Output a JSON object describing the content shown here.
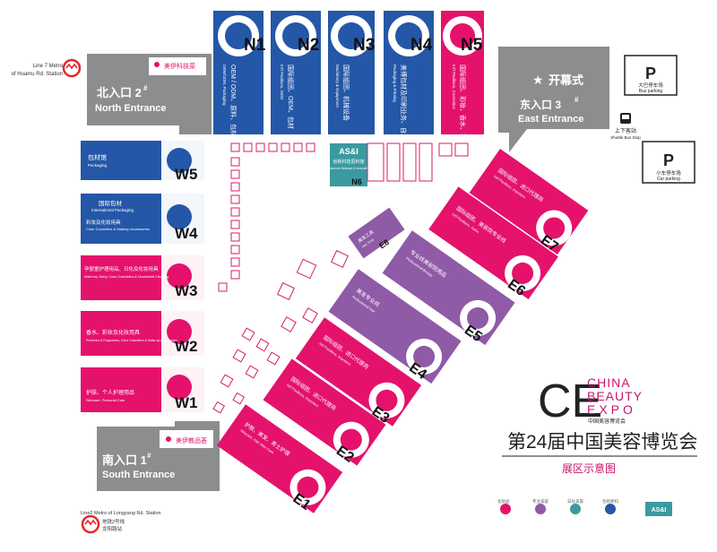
{
  "colors": {
    "blue": "#2457a7",
    "pink": "#e4126b",
    "purple": "#8f5aa6",
    "gray": "#8b8d8f",
    "teal": "#3a9aa0",
    "booth_outline": "#d41e6a"
  },
  "metro": {
    "top_line1": "Line 7 Metro",
    "top_line2": "of Huamu Rd. Station",
    "bottom_line1": "Line2 Metro of Longyang Rd. Station",
    "bottom_line2": "地铁2号线",
    "bottom_line3": "龙阳路站"
  },
  "entrances": {
    "north": {
      "cn": "北入口 2",
      "sup": "#",
      "en": "North Entrance",
      "tag": "美伊科技菜"
    },
    "east": {
      "cn": "东入口 3",
      "sup": "#",
      "en": "East Entrance",
      "ceremony": "开幕式"
    },
    "south": {
      "cn": "南入口 1",
      "sup": "#",
      "en": "South Entrance",
      "tag": "美伊教品荟"
    }
  },
  "parking": {
    "bus_cn": "大巴停车场",
    "bus_en": "Bus parking",
    "shuttle_cn": "上下客站",
    "shuttle_en": "Shuttle Bus Stop",
    "car_cn": "小车停车场",
    "car_en": "Car parking",
    "symbol": "P"
  },
  "halls": {
    "N1": {
      "label": "N1",
      "cn": "OEM / ODM、原料、包材",
      "en": "OEM/ODM, Packaging"
    },
    "N2": {
      "label": "N2",
      "cn": "国际组团、OEM、包材",
      "en": "Int'l Pavilions, OEM"
    },
    "N3": {
      "label": "N3",
      "cn": "国际组团、机械设备",
      "en": "Machinery & Equipment"
    },
    "N4": {
      "label": "N4",
      "cn": "美博包材及印刷业务、自动化机械设备",
      "en": "Packaging & Printing"
    },
    "N5": {
      "label": "N5",
      "cn": "国际组团、彩妆、香水、护肤",
      "en": "Int'l Pavilions, Cosmetics"
    },
    "N6": {
      "label": "N6",
      "brand": "AS&I",
      "cn": "创新科技原料馆",
      "en": "Advanced Science & Innovation"
    },
    "W1": {
      "label": "W1",
      "cn": "护肤、个人护理用品",
      "en": "Skincare, Personal Care"
    },
    "W2": {
      "label": "W2",
      "cn": "香水、彩妆及化妆用具",
      "en": "Perfumes & Fragrances, Color Cosmetics & Make-up Accessories"
    },
    "W3": {
      "label": "W3",
      "cn": "孕婴童护理用品、日化及化妆用具",
      "en": "Maternal, Baby, Color Cosmetics & Household Cleaning"
    },
    "W4": {
      "label": "W4",
      "cn": "国际包材",
      "en": "International Packaging",
      "cn2": "彩妆及化妆用具",
      "en2": "Color Cosmetics & Makeup Accessories"
    },
    "W5": {
      "label": "W5",
      "cn": "包材馆",
      "en": "Packaging"
    },
    "E1": {
      "label": "E1",
      "cn": "护肤、美发、男士护理",
      "en": "Skincare, Hair, Men Care"
    },
    "E2": {
      "label": "E2",
      "cn": "国际组团、进口代理商",
      "en": "Int'l Pavilions, Importers"
    },
    "E3": {
      "label": "E3",
      "cn": "国际组团、进口代理商",
      "en": "Int'l Pavilions, Importers"
    },
    "E4": {
      "label": "E4",
      "cn": "美发专业线",
      "en": "Professional Hair"
    },
    "E5": {
      "label": "E5",
      "cn": "专业线美容院用品",
      "en": "Professional Beauty"
    },
    "E6": {
      "label": "E6",
      "cn": "国际组团、美容院专业线",
      "en": "Int'l Pavilions, Salon"
    },
    "E7": {
      "label": "E7",
      "cn": "国际组团、进口代理商",
      "en": "Int'l Pavilions, Importers"
    },
    "E8": {
      "label": "E8",
      "cn": "美发工具",
      "en": "Hair Tools"
    }
  },
  "brand": {
    "line1": "CHINA",
    "line2": "BEAUTY",
    "line3": "EXPO",
    "cn_small": "中国美容博览会",
    "title": "第24届中国美容博览会",
    "subtitle": "展区示意图",
    "logo_names": [
      "化妆品",
      "专业美容",
      "日化美容",
      "包装原料",
      "AS&I"
    ]
  }
}
